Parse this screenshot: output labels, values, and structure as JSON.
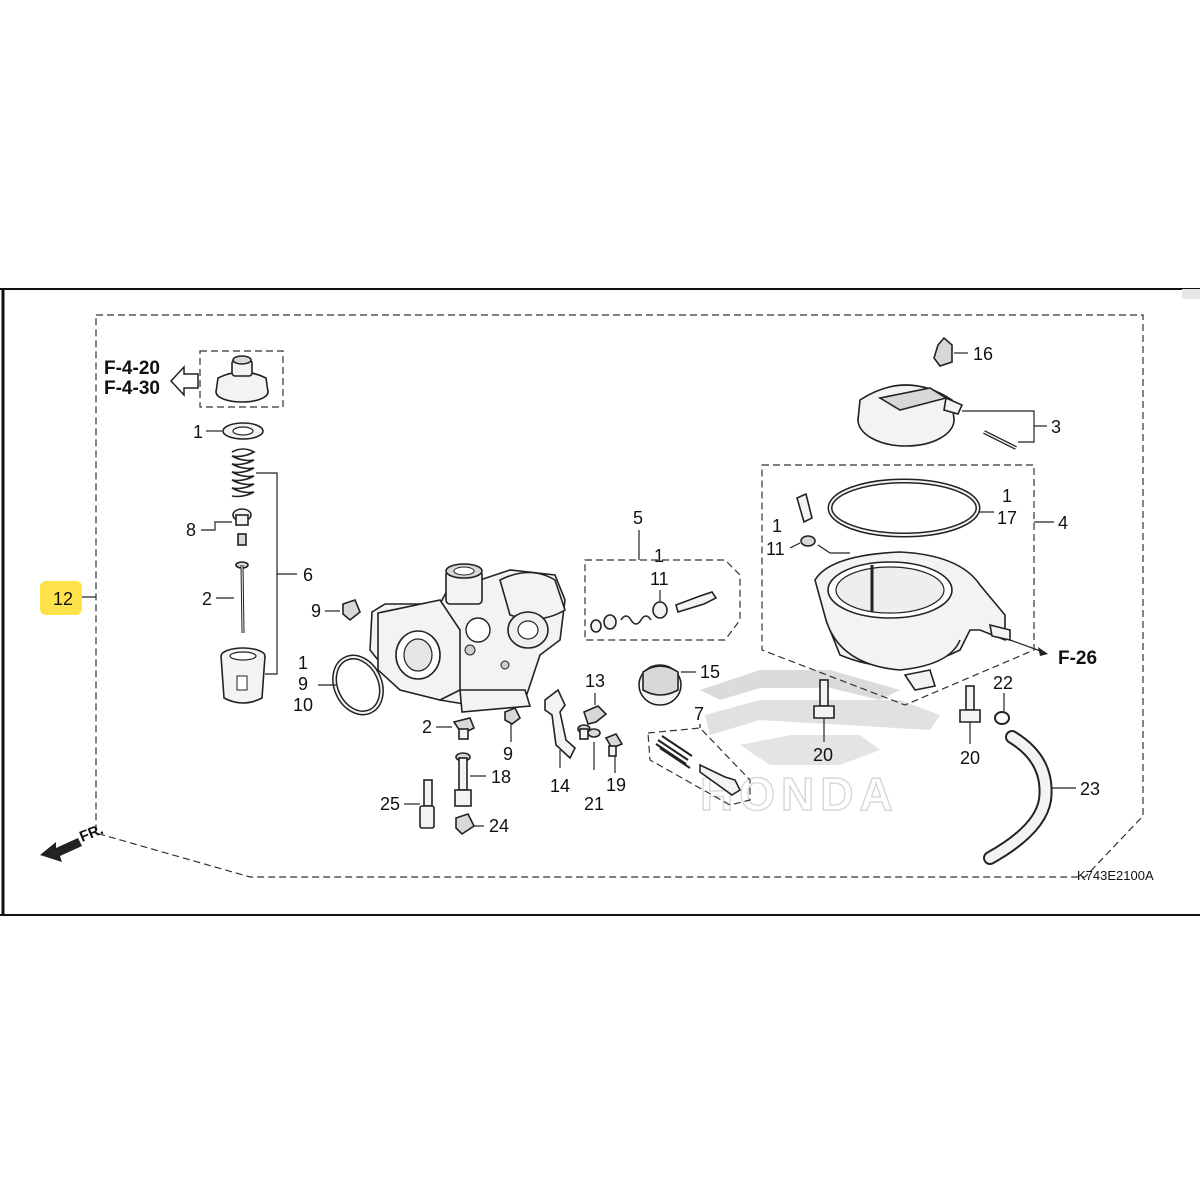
{
  "refs": {
    "f420": "F-4-20",
    "f430": "F-4-30",
    "f26": "F-26",
    "fr": "FR."
  },
  "diagram_code": "K743E2100A",
  "watermark": "HONDA",
  "highlight_color": "#ffe24a",
  "labels": {
    "n1a": "1",
    "n8": "8",
    "n2a": "2",
    "n6": "6",
    "n9a": "9",
    "n1b": "1",
    "n9b": "9",
    "n10": "10",
    "n12": "12",
    "n2b": "2",
    "n9c": "9",
    "n18": "18",
    "n25": "25",
    "n24": "24",
    "n5": "5",
    "n1c": "1",
    "n11a": "11",
    "n13": "13",
    "n14": "14",
    "n21": "21",
    "n19": "19",
    "n15": "15",
    "n7": "7",
    "n16": "16",
    "n3": "3",
    "n1d": "1",
    "n17": "17",
    "n4": "4",
    "n1e": "1",
    "n11b": "11",
    "n20a": "20",
    "n20b": "20",
    "n22": "22",
    "n23": "23"
  }
}
